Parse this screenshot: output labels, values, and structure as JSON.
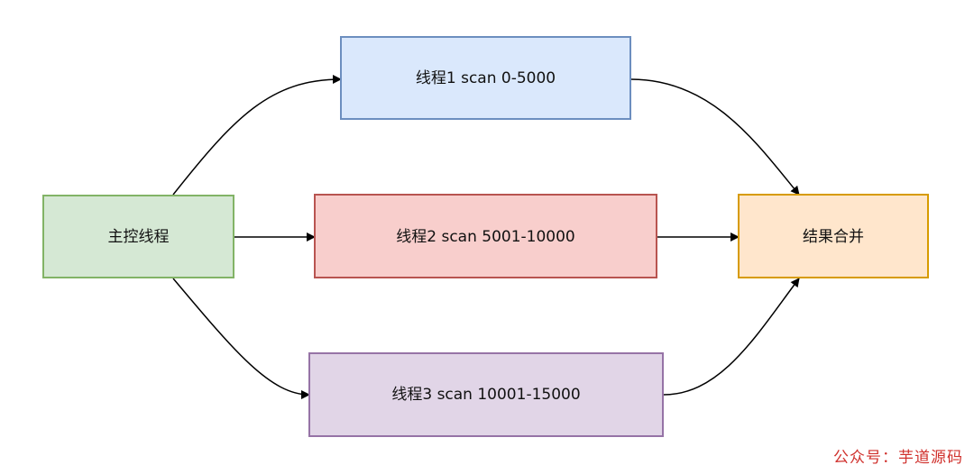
{
  "diagram": {
    "nodes": {
      "main": {
        "label": "主控线程",
        "fill": "#d5e8d4",
        "stroke": "#82b366"
      },
      "thread1": {
        "label": "线程1 scan 0-5000",
        "fill": "#dae8fc",
        "stroke": "#6c8ebf"
      },
      "thread2": {
        "label": "线程2 scan 5001-10000",
        "fill": "#f8cecc",
        "stroke": "#b85450"
      },
      "thread3": {
        "label": "线程3 scan 10001-15000",
        "fill": "#e1d5e7",
        "stroke": "#9673a6"
      },
      "merge": {
        "label": "结果合并",
        "fill": "#ffe6cc",
        "stroke": "#d79b00"
      }
    },
    "edges": [
      {
        "from": "main",
        "to": "thread1"
      },
      {
        "from": "main",
        "to": "thread2"
      },
      {
        "from": "main",
        "to": "thread3"
      },
      {
        "from": "thread1",
        "to": "merge"
      },
      {
        "from": "thread2",
        "to": "merge"
      },
      {
        "from": "thread3",
        "to": "merge"
      }
    ]
  },
  "watermark": {
    "text": "公众号：芋道源码",
    "color": "#d0312d"
  }
}
